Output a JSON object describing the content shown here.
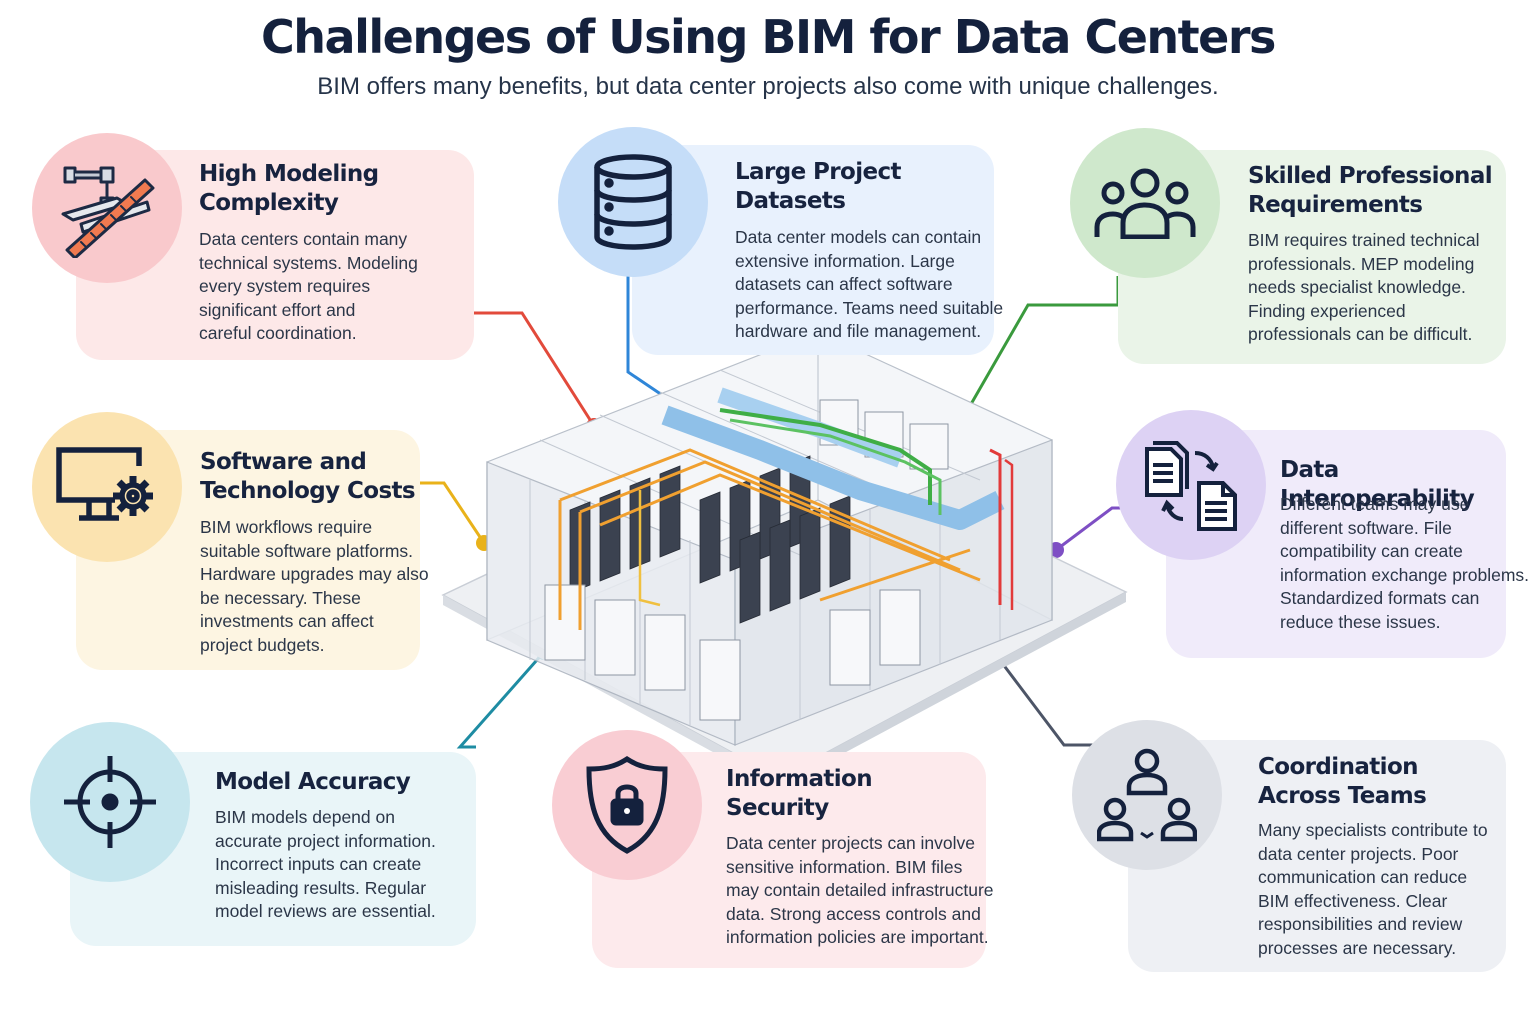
{
  "header": {
    "title": "Challenges of Using BIM for Data Centers",
    "subtitle": "BIM offers many benefits, but data center projects also come with unique challenges."
  },
  "cards": [
    {
      "key": "modeling",
      "title_lines": [
        "High Modeling",
        "Complexity"
      ],
      "description_lines": [
        "Data centers contain many",
        "technical systems. Modeling",
        "every system requires",
        "significant effort and",
        "careful coordination."
      ],
      "icon": "pipes-and-ruler-icon",
      "colors": {
        "card": "#fde8e8",
        "circle": "#f9c9cc",
        "line": "#e24a3b"
      }
    },
    {
      "key": "datasets",
      "title_lines": [
        "Large Project",
        "Datasets"
      ],
      "description_lines": [
        "Data center models can contain",
        "extensive information. Large",
        "datasets can affect software",
        "performance. Teams need suitable",
        "hardware and file management."
      ],
      "icon": "database-icon",
      "colors": {
        "card": "#e8f1fd",
        "circle": "#c5ddf8",
        "line": "#2f86d8"
      }
    },
    {
      "key": "skilled",
      "title_lines": [
        "Skilled Professional",
        "Requirements"
      ],
      "description_lines": [
        "BIM requires trained technical",
        "professionals. MEP modeling",
        "needs specialist knowledge.",
        "Finding experienced",
        "professionals can be difficult."
      ],
      "icon": "people-group-icon",
      "colors": {
        "card": "#eaf4e8",
        "circle": "#cfe8cc",
        "line": "#3a9a3d"
      }
    },
    {
      "key": "software",
      "title_lines": [
        "Software and",
        "Technology Costs"
      ],
      "description_lines": [
        "BIM workflows require",
        "suitable software platforms.",
        "Hardware upgrades may also",
        "be necessary. These",
        "investments can affect",
        "project budgets."
      ],
      "icon": "monitor-gear-icon",
      "colors": {
        "card": "#fdf5e2",
        "circle": "#fbe3b0",
        "line": "#e9b21a"
      }
    },
    {
      "key": "interop",
      "title_lines": [
        "Data Interoperability"
      ],
      "description_lines": [
        "Different teams may use",
        "different software. File",
        "compatibility can create",
        "information exchange problems.",
        "Standardized formats can",
        "reduce these issues."
      ],
      "icon": "document-exchange-icon",
      "colors": {
        "card": "#f0ebfa",
        "circle": "#ddd2f4",
        "line": "#7e4fc4"
      }
    },
    {
      "key": "accuracy",
      "title_lines": [
        "Model Accuracy"
      ],
      "description_lines": [
        "BIM models depend on",
        "accurate project information.",
        "Incorrect inputs can create",
        "misleading results. Regular",
        "model reviews are essential."
      ],
      "icon": "crosshair-target-icon",
      "colors": {
        "card": "#e9f5f8",
        "circle": "#c6e6ee",
        "line": "#1e8ca3"
      }
    },
    {
      "key": "security",
      "title_lines": [
        "Information",
        "Security"
      ],
      "description_lines": [
        "Data center projects can involve",
        "sensitive information. BIM files",
        "may contain detailed infrastructure",
        "data. Strong access controls and",
        "information policies are important."
      ],
      "icon": "shield-lock-icon",
      "colors": {
        "card": "#fdeaec",
        "circle": "#f9cdd3",
        "line": "#e23c5f"
      }
    },
    {
      "key": "coordination",
      "title_lines": [
        "Coordination",
        "Across Teams"
      ],
      "description_lines": [
        "Many specialists contribute to",
        "data center projects. Poor",
        "communication can reduce",
        "BIM effectiveness. Clear",
        "responsibilities and review",
        "processes are necessary."
      ],
      "icon": "team-network-icon",
      "colors": {
        "card": "#eef0f4",
        "circle": "#dde0e6",
        "line": "#4d5567"
      }
    }
  ],
  "center": {
    "illustration": "data-center-isometric-illustration"
  }
}
